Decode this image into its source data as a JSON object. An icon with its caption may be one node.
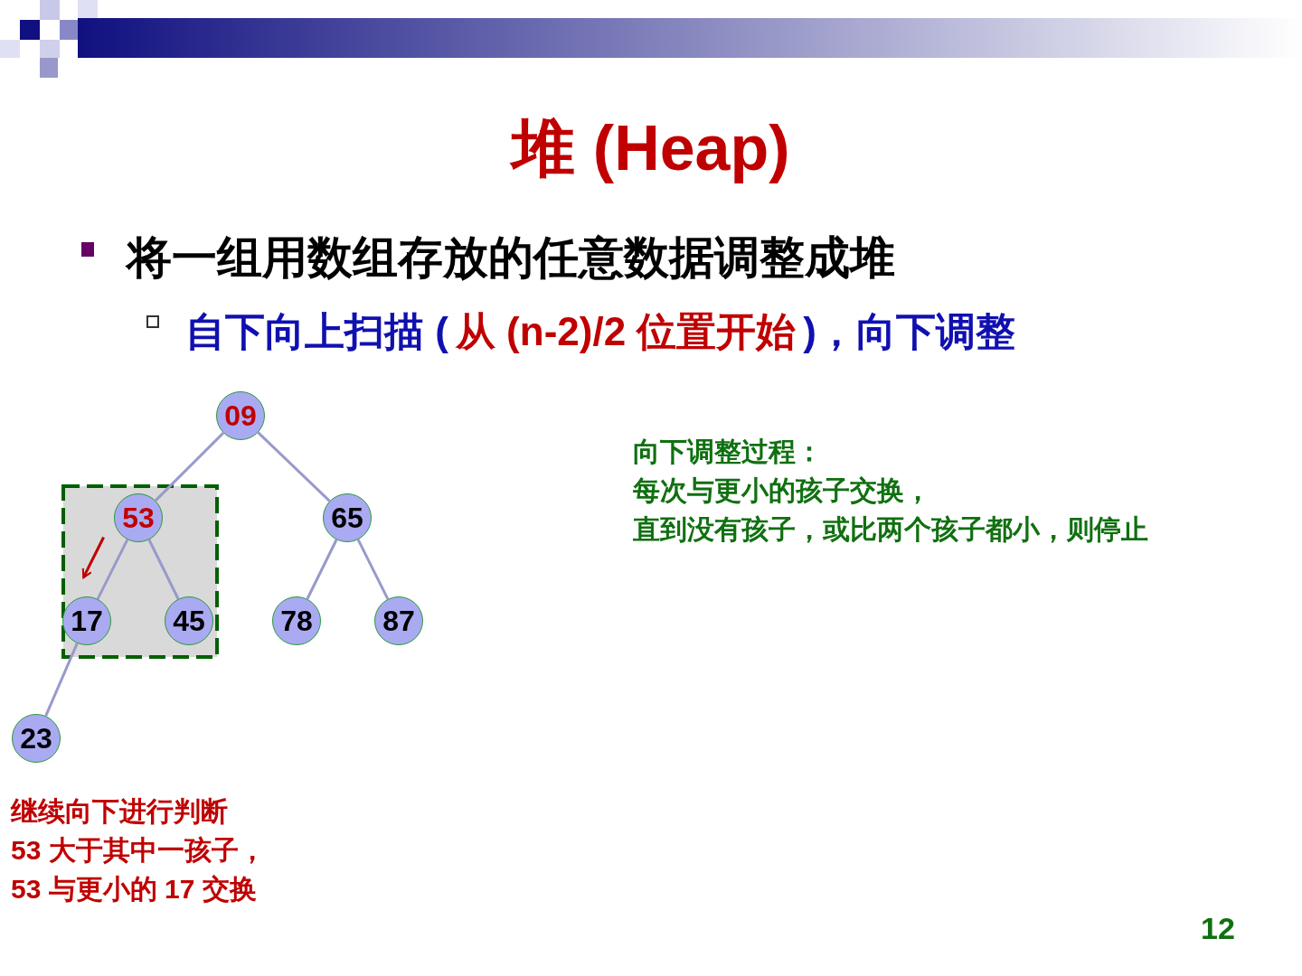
{
  "diagram": {
    "title": "堆 (Heap)",
    "nodes": [
      {
        "text": [
          "09"
        ]
      },
      {
        "text": [
          "53"
        ]
      },
      {
        "text": [
          "65"
        ]
      },
      {
        "text": [
          "17"
        ]
      },
      {
        "text": [
          "45"
        ]
      },
      {
        "text": [
          "78"
        ]
      },
      {
        "text": [
          "87"
        ]
      },
      {
        "text": [
          "23"
        ]
      }
    ],
    "edges": [
      {
        "from": 0,
        "to": 1,
        "arrow": "none"
      },
      {
        "from": 0,
        "to": 2,
        "arrow": "none"
      },
      {
        "from": 1,
        "to": 3,
        "arrow": "none"
      },
      {
        "from": 1,
        "to": 4,
        "arrow": "none"
      },
      {
        "from": 2,
        "to": 5,
        "arrow": "none"
      },
      {
        "from": 2,
        "to": 6,
        "arrow": "none"
      },
      {
        "from": 3,
        "to": 7,
        "arrow": "none"
      },
      {
        "from": 1,
        "to": 3,
        "arrow": "to",
        "color": "#c00000"
      }
    ],
    "labels": [
      "将一组用数组存放的任意数据调整成堆",
      "自下向上扫描 (",
      "从 (n-2)/2 位置开始",
      ")，向下调整",
      "向下调整过程：",
      "每次与更小的孩子交换，",
      "直到没有孩子，或比两个孩子都小，则停止",
      "继续向下进行判断",
      "53 大于其中一孩子，",
      "53 与更小的 17 交换",
      "12"
    ]
  }
}
